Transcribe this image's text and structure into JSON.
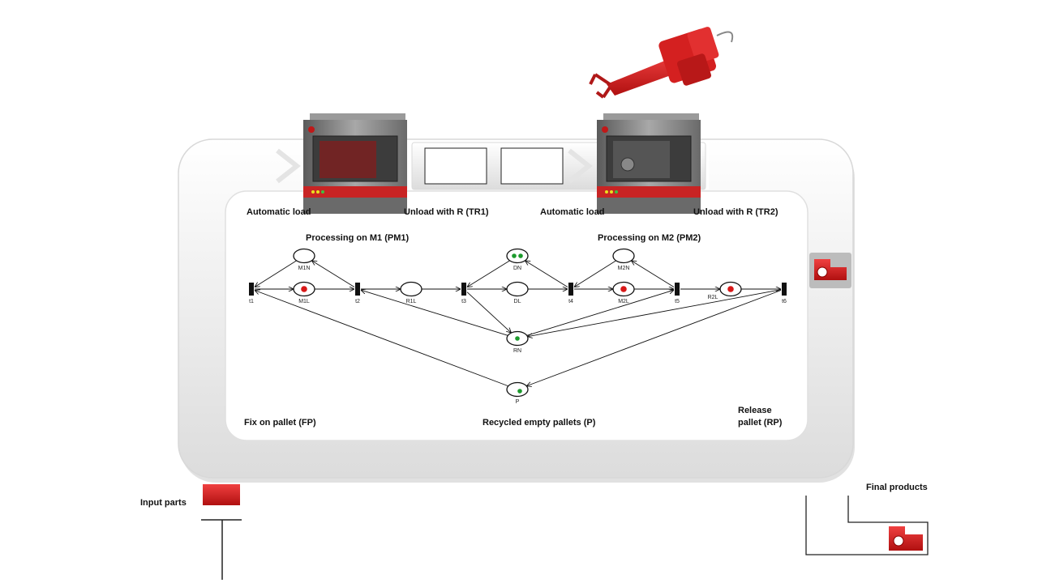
{
  "labels": {
    "automatic_load_1": "Automatic load",
    "unload_tr1": "Unload with R (TR1)",
    "automatic_load_2": "Automatic load",
    "unload_tr2": "Unload with R (TR2)",
    "processing_m1": "Processing on M1 (PM1)",
    "processing_m2": "Processing on M2 (PM2)",
    "fix_on_pallet": "Fix on pallet (FP)",
    "recycled_pallets": "Recycled empty pallets (P)",
    "release_pallet_line1": "Release",
    "release_pallet_line2": "pallet (RP)",
    "input_parts": "Input parts",
    "final_products": "Final products"
  },
  "petri_net": {
    "places": [
      {
        "id": "M1N",
        "label": "M1N",
        "tokens": 0,
        "token_color": "#d81818"
      },
      {
        "id": "M1L",
        "label": "M1L",
        "tokens": 1,
        "token_color": "#d81818"
      },
      {
        "id": "R1L",
        "label": "R1L",
        "tokens": 0,
        "token_color": "#d81818"
      },
      {
        "id": "DN",
        "label": "DN",
        "tokens": 2,
        "token_color": "#1c9a2c"
      },
      {
        "id": "DL",
        "label": "DL",
        "tokens": 0,
        "token_color": "#d81818"
      },
      {
        "id": "M2N",
        "label": "M2N",
        "tokens": 0,
        "token_color": "#d81818"
      },
      {
        "id": "M2L",
        "label": "M2L",
        "tokens": 1,
        "token_color": "#d81818"
      },
      {
        "id": "R2L",
        "label": "R2L",
        "tokens": 1,
        "token_color": "#d81818"
      },
      {
        "id": "RN",
        "label": "RN",
        "tokens": 1,
        "token_color": "#1c9a2c"
      },
      {
        "id": "P",
        "label": "P",
        "tokens": 1,
        "token_color": "#1c9a2c"
      }
    ],
    "transitions": [
      {
        "id": "t1",
        "label": "t1"
      },
      {
        "id": "t2",
        "label": "t2"
      },
      {
        "id": "t3",
        "label": "t3"
      },
      {
        "id": "t4",
        "label": "t4"
      },
      {
        "id": "t5",
        "label": "t5"
      },
      {
        "id": "t6",
        "label": "t6"
      }
    ],
    "arcs": [
      [
        "t1",
        "M1L"
      ],
      [
        "M1L",
        "t2"
      ],
      [
        "t2",
        "M1N"
      ],
      [
        "M1N",
        "t1"
      ],
      [
        "t2",
        "R1L"
      ],
      [
        "R1L",
        "t3"
      ],
      [
        "t3",
        "DL"
      ],
      [
        "DL",
        "t4"
      ],
      [
        "t4",
        "DN"
      ],
      [
        "DN",
        "t3"
      ],
      [
        "t4",
        "M2L"
      ],
      [
        "M2L",
        "t5"
      ],
      [
        "t5",
        "M2N"
      ],
      [
        "M2N",
        "t4"
      ],
      [
        "t5",
        "R2L"
      ],
      [
        "R2L",
        "t6"
      ],
      [
        "t3",
        "RN"
      ],
      [
        "RN",
        "t2"
      ],
      [
        "RN",
        "t5"
      ],
      [
        "t6",
        "RN"
      ],
      [
        "t6",
        "P"
      ],
      [
        "P",
        "t1"
      ]
    ]
  },
  "colors": {
    "accent_red": "#d42a2a",
    "machine_gray": "#8e8e8e",
    "token_red": "#d81818",
    "token_green": "#1c9a2c"
  },
  "icons": [
    "cnc-machine-icon",
    "robot-arm-icon",
    "pallet-part-icon"
  ]
}
